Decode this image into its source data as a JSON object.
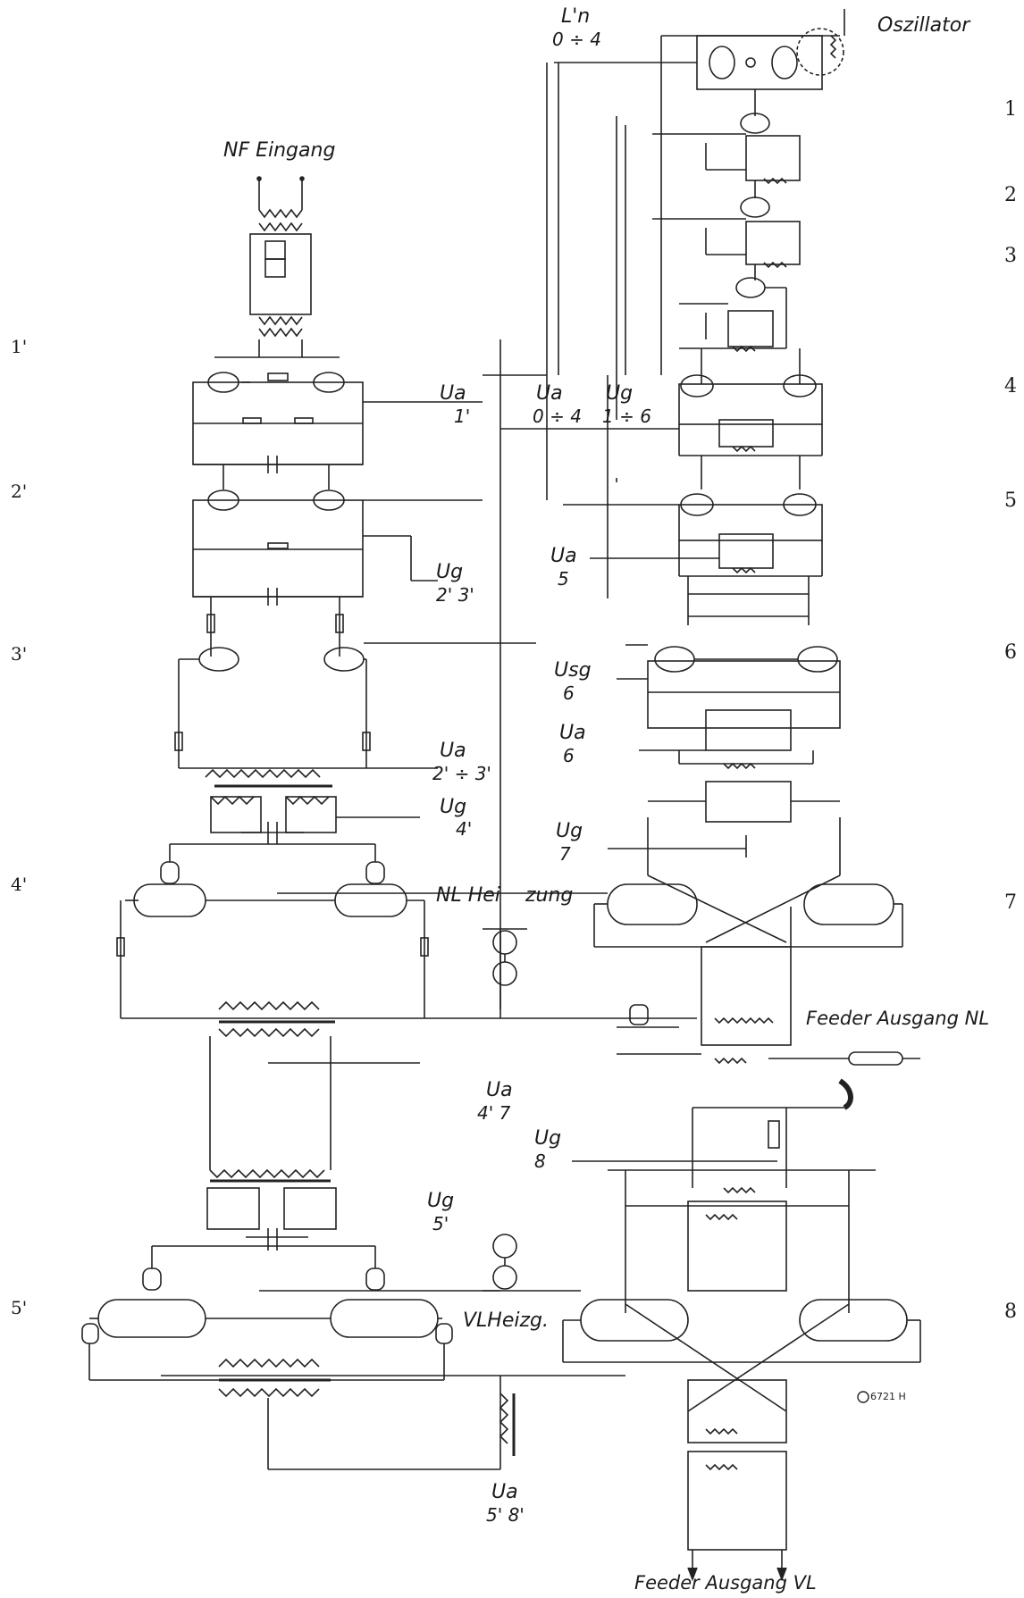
{
  "labels": {
    "oszillator": "Oszillator",
    "nf_eingang": "NF Eingang",
    "nl_heizung_a": "NL Hei",
    "nl_heizung_b": "zung",
    "vl_heizg": "VLHeizg.",
    "feeder_nl": "Feeder Ausgang NL",
    "feeder_vl": "Feeder Ausgang VL",
    "mark": "6721 H"
  },
  "supply": {
    "ln_top": "L'n",
    "ln_range": "0 ÷ 4",
    "ua_04_top": "Ua",
    "ua_04_range": "0 ÷ 4",
    "ug_16_top": "Ug",
    "ug_16_range": "1 ÷ 6",
    "ua_1p_top": "Ua",
    "ua_1p_sub": "1'",
    "ug_23_top": "Ug",
    "ug_23_sub": "2' 3'",
    "ua_23_top": "Ua",
    "ua_23_sub": "2' ÷ 3'",
    "ug_4p_top": "Ug",
    "ug_4p_sub": "4'",
    "ua_5_top": "Ua",
    "ua_5_sub": "5",
    "usg_6_top": "Usg",
    "usg_6_sub": "6",
    "ua_6_top": "Ua",
    "ua_6_sub": "6",
    "ug_7_top": "Ug",
    "ug_7_sub": "7",
    "ua_47_top": "Ua",
    "ua_47_sub": "4' 7",
    "ug_8_top": "Ug",
    "ug_8_sub": "8",
    "ug_5p_top": "Ug",
    "ug_5p_sub": "5'",
    "ua_58_top": "Ua",
    "ua_58_sub": "5' 8'"
  },
  "stages_left": [
    "1'",
    "2'",
    "3'",
    "4'",
    "5'"
  ],
  "stages_right": [
    "1",
    "2",
    "3",
    "4",
    "5",
    "6",
    "7",
    "8"
  ]
}
